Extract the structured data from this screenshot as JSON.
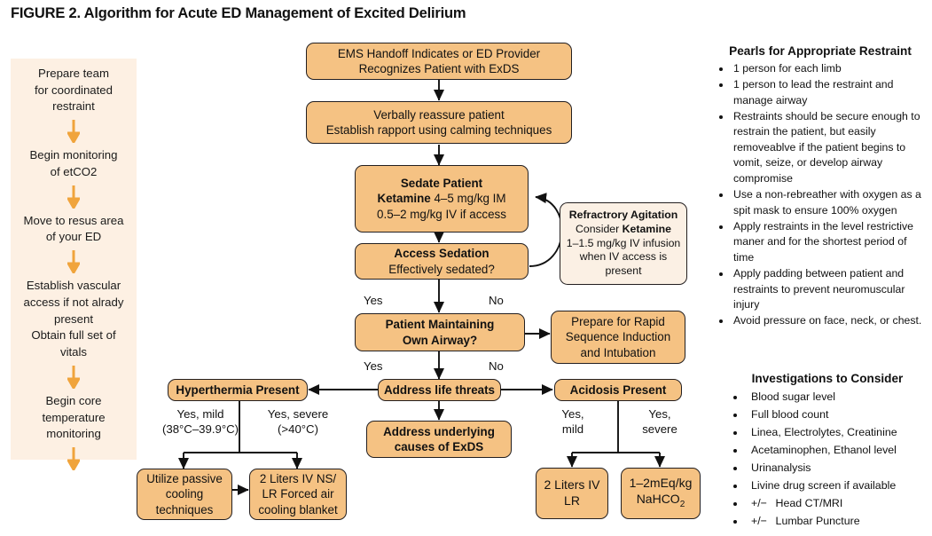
{
  "title": {
    "label": "FIGURE 2.",
    "text": " Algorithm for Acute ED Management of Excited Delirium"
  },
  "colors": {
    "node_fill": "#F5C283",
    "node_fill_alt": "#FBF0E4",
    "node_border": "#231f20",
    "sidebar_bg": "#FDF0E3",
    "arrow_orange": "#F0A43C"
  },
  "prep_column": {
    "steps": [
      "Prepare team\nfor coordinated\nrestraint",
      "Begin monitoring\nof etCO2",
      "Move to resus area\nof your ED",
      "Establish vascular\naccess if not alrady\npresent\nObtain full set of\nvitals",
      "Begin core\ntemperature\nmonitoring"
    ]
  },
  "flow": {
    "ems_handoff": {
      "lines": [
        "EMS Handoff Indicates or ED Provider",
        "Recognizes Patient with ExDS"
      ]
    },
    "verbal": {
      "lines": [
        "Verbally reassure patient",
        "Establish rapport using calming techniques"
      ]
    },
    "sedate": {
      "title": "Sedate Patient",
      "drug": "Ketamine",
      "dose_im": " 4–5 mg/kg IM",
      "dose_iv": "0.5–2 mg/kg IV if access"
    },
    "access_sedation": {
      "title": "Access Sedation",
      "sub": "Effectively sedated?"
    },
    "refractory": {
      "title": "Refractrory Agitation",
      "consider": "Consider ",
      "drug": "Ketamine",
      "line3": "1–1.5 mg/kg IV infusion",
      "line4": "when IV access is",
      "line5": "present"
    },
    "airway": {
      "lines": [
        "Patient Maintaining",
        "Own Airway?"
      ]
    },
    "rsi": {
      "lines": [
        "Prepare for Rapid",
        "Sequence Induction",
        "and Intubation"
      ]
    },
    "life_threats": {
      "text": "Address life threats"
    },
    "underlying": {
      "lines": [
        "Address underlying",
        "causes of ExDS"
      ]
    },
    "hyperthermia": {
      "text": "Hyperthermia Present"
    },
    "acidosis": {
      "text": "Acidosis Present"
    },
    "passive_cooling": {
      "lines": [
        "Utilize passive",
        "cooling",
        "techniques"
      ]
    },
    "forced_air": {
      "lines": [
        "2 Liters IV NS/",
        "LR Forced air",
        "cooling blanket"
      ]
    },
    "lr_fluids": {
      "lines": [
        "2 Liters IV",
        "LR"
      ]
    },
    "bicarb": {
      "line1": "1–2mEq/kg",
      "line2_pre": "NaHCO",
      "line2_sub": "2"
    }
  },
  "labels": {
    "yes_sedation": "Yes",
    "no_sedation": "No",
    "yes_airway": "Yes",
    "no_airway": "No",
    "hyper_mild_l1": "Yes, mild",
    "hyper_mild_l2": "(38°C–39.9°C)",
    "hyper_severe_l1": "Yes, severe",
    "hyper_severe_l2": "(>40°C)",
    "acid_mild_l1": "Yes,",
    "acid_mild_l2": "mild",
    "acid_severe_l1": "Yes,",
    "acid_severe_l2": "severe"
  },
  "pearls": {
    "title": "Pearls for Appropriate Restraint",
    "items": [
      "1 person for each limb",
      "1 person to lead the restraint and manage airway",
      "Restraints should be secure enough to restrain the patient, but easily removeablve if the patient begins to vomit, seize, or develop airway compromise",
      "Use a non-rebreather with oxygen as a spit mask to ensure 100% oxygen",
      "Apply restraints in the level restrictive maner and for the shortest period of time",
      "Apply padding between patient and restraints to prevent neuromuscular injury",
      "Avoid pressure on face, neck, or chest."
    ]
  },
  "investigations": {
    "title": "Investigations to Consider",
    "items": [
      "Blood sugar level",
      "Full blood count",
      "Linea, Electrolytes, Creatinine",
      "Acetaminophen, Ethanol level",
      "Urinanalysis",
      "Livine drug screen if available",
      "+/−  Head CT/MRI",
      "+/−  Lumbar Puncture"
    ]
  }
}
